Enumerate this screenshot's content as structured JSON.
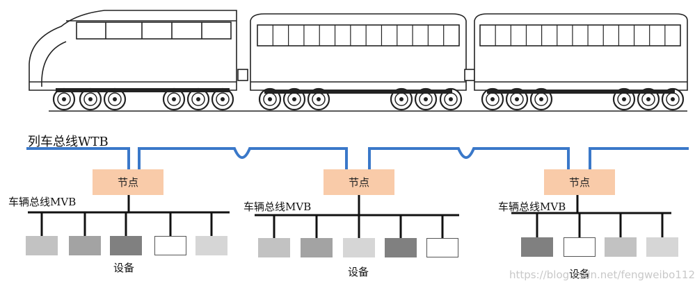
{
  "bus_colors": {
    "wtb": "#3a78c9",
    "mvb": "#111111",
    "node": "#f9cba9"
  },
  "labels": {
    "wtb": "列车总线WTB",
    "node": "节点",
    "mvb": "车辆总线MVB",
    "device": "设备"
  },
  "cars": [
    {
      "node_label": "节点",
      "mvb_label": "车辆总线MVB",
      "device_label": "设备",
      "devices": [
        {
          "color": "#c2c2c2"
        },
        {
          "color": "#a3a3a3"
        },
        {
          "color": "#808080"
        },
        {
          "color": "#ffffff"
        },
        {
          "color": "#d6d6d6"
        }
      ]
    },
    {
      "node_label": "节点",
      "mvb_label": "车辆总线MVB",
      "device_label": "设备",
      "devices": [
        {
          "color": "#c2c2c2"
        },
        {
          "color": "#a3a3a3"
        },
        {
          "color": "#d6d6d6"
        },
        {
          "color": "#808080"
        },
        {
          "color": "#ffffff"
        }
      ]
    },
    {
      "node_label": "节点",
      "mvb_label": "车辆总线MVB",
      "device_label": "设备",
      "devices": [
        {
          "color": "#808080"
        },
        {
          "color": "#ffffff"
        },
        {
          "color": "#c2c2c2"
        },
        {
          "color": "#d6d6d6"
        }
      ]
    }
  ],
  "watermark": "https://blog.csdn.net/fengweibo112"
}
